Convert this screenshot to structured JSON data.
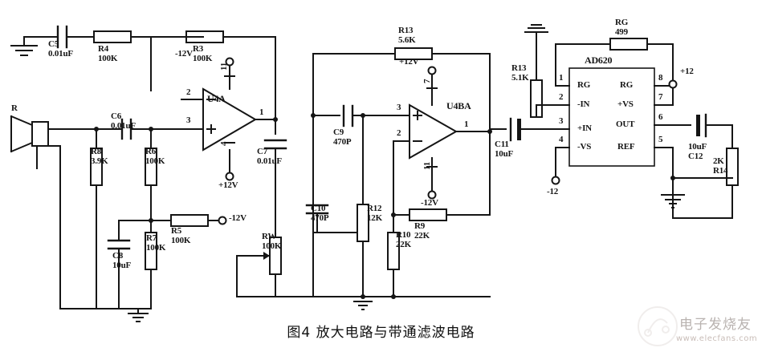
{
  "figure": {
    "caption": "图4  放大电路与带通滤波电路",
    "watermark_text": "电子发烧友",
    "watermark_url": "www.elecfans.com"
  },
  "components": {
    "source": {
      "ref": "R",
      "type": "speaker"
    },
    "c5": {
      "ref": "C5",
      "value": "0.01uF"
    },
    "r4": {
      "ref": "R4",
      "value": "100K"
    },
    "r3": {
      "ref": "R3",
      "value": "100K"
    },
    "c6": {
      "ref": "C6",
      "value": "0.01uF"
    },
    "r8": {
      "ref": "R8",
      "value": "3.9K"
    },
    "r6": {
      "ref": "R6",
      "value": "100K"
    },
    "r5": {
      "ref": "R5",
      "value": "100K"
    },
    "r7": {
      "ref": "R7",
      "value": "100K"
    },
    "c8": {
      "ref": "C8",
      "value": "10uF"
    },
    "c7": {
      "ref": "C7",
      "value": "0.01uF"
    },
    "rw": {
      "ref": "RW",
      "value": "100K"
    },
    "r13a": {
      "ref": "R13",
      "value": "5.6K"
    },
    "c9": {
      "ref": "C9",
      "value": "470P"
    },
    "c10": {
      "ref": "C10",
      "value": "470P"
    },
    "r12": {
      "ref": "R12",
      "value": "12K"
    },
    "r9": {
      "ref": "R9",
      "value": "22K"
    },
    "r10": {
      "ref": "R10",
      "value": "22K"
    },
    "c11": {
      "ref": "C11",
      "value": "10uF"
    },
    "r13b": {
      "ref": "R13",
      "value": "5.1K"
    },
    "rg": {
      "ref": "RG",
      "value": "499"
    },
    "c12": {
      "ref": "C12",
      "value": "10uF"
    },
    "r14": {
      "ref": "R14",
      "value": "2K"
    }
  },
  "ics": {
    "u4a": {
      "name": "U4A",
      "pins": {
        "inv": "2",
        "noninv": "3",
        "out": "1",
        "vneg_top": "11",
        "vpos_bot": "4"
      }
    },
    "u4ba": {
      "name": "U4BA",
      "pins": {
        "noninv": "3",
        "inv": "2",
        "out": "1",
        "vpos_top": "7",
        "vneg_bot": "11"
      }
    },
    "ad620": {
      "name": "AD620",
      "left_pins": [
        {
          "num": "1",
          "label": "RG"
        },
        {
          "num": "2",
          "label": "-IN"
        },
        {
          "num": "3",
          "label": "+IN"
        },
        {
          "num": "4",
          "label": "-VS"
        }
      ],
      "right_pins": [
        {
          "num": "8",
          "label": "RG"
        },
        {
          "num": "7",
          "label": "+VS"
        },
        {
          "num": "6",
          "label": "OUT"
        },
        {
          "num": "5",
          "label": "REF"
        }
      ]
    }
  },
  "supplies": {
    "u4a_neg": "-12V",
    "u4a_pos": "+12V",
    "r5_rail": "-12V",
    "u4ba_pos": "+12V",
    "u4ba_neg": "-12V",
    "ad620_pos": "+12",
    "ad620_neg": "-12"
  },
  "colors": {
    "ink": "#151515",
    "paper": "#ffffff",
    "watermark": "#c9bdb8"
  }
}
